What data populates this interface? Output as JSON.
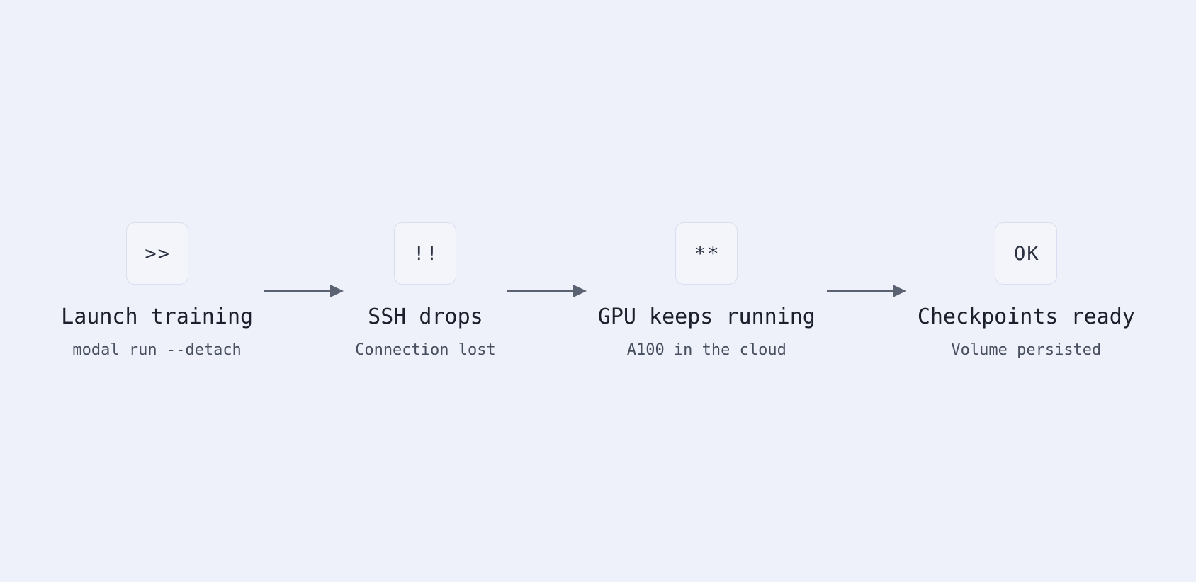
{
  "diagram": {
    "name": "detached-training-flow",
    "steps": [
      {
        "icon": ">>",
        "title": "Launch training",
        "subtitle": "modal run --detach"
      },
      {
        "icon": "!!",
        "title": "SSH drops",
        "subtitle": "Connection lost"
      },
      {
        "icon": "**",
        "title": "GPU keeps running",
        "subtitle": "A100 in the cloud"
      },
      {
        "icon": "OK",
        "title": "Checkpoints ready",
        "subtitle": "Volume persisted"
      }
    ],
    "arrows": {
      "count": 3,
      "direction": "right"
    },
    "colors": {
      "background": "#eef1f9",
      "box_fill": "#f3f5fb",
      "box_border": "#d9def0",
      "icon_text": "#2b3140",
      "title_text": "#1b202c",
      "subtitle_text": "#474e5f",
      "arrow": "#5b6372"
    }
  }
}
